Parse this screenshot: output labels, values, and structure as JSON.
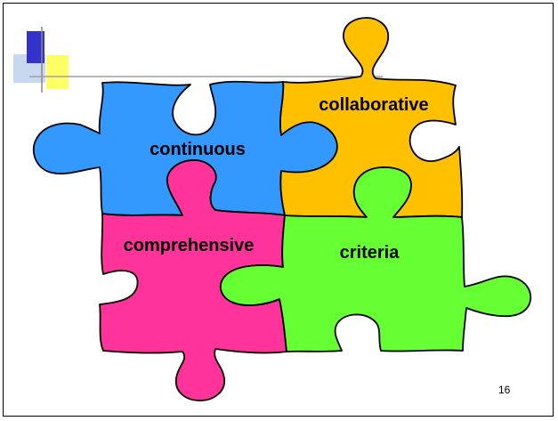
{
  "slide": {
    "page_number": "16"
  },
  "pieces": [
    {
      "id": "continuous",
      "label": "continuous",
      "color": "#3399ff"
    },
    {
      "id": "collaborative",
      "label": "collaborative",
      "color": "#ffc000"
    },
    {
      "id": "comprehensive",
      "label": "comprehensive",
      "color": "#ff3399"
    },
    {
      "id": "criteria",
      "label": "criteria",
      "color": "#66ff33"
    }
  ],
  "decoration": {
    "blue_square": "#3333cc",
    "yellow_square": "#ffff66",
    "light_square": "#c8d8f0",
    "rule_line": "#a0a0a0"
  }
}
